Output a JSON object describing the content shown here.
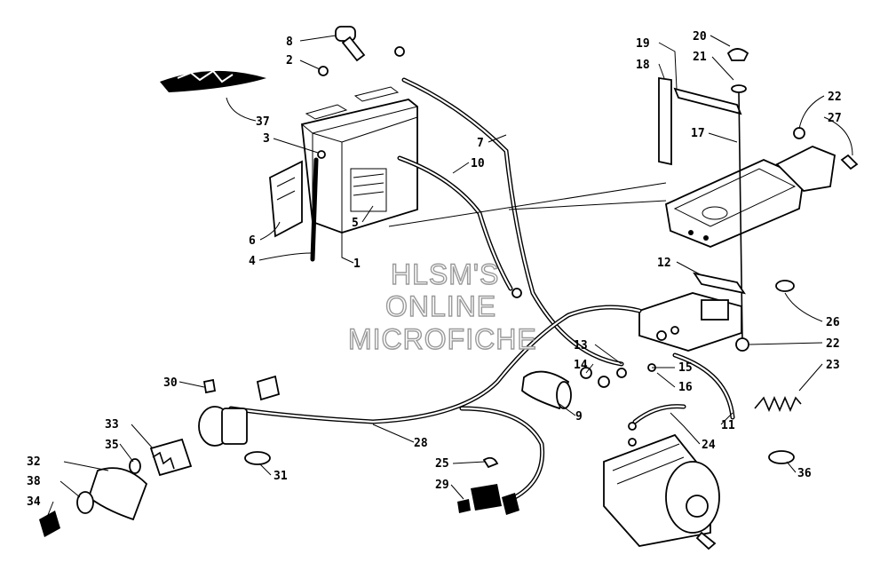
{
  "watermark": {
    "line1": "HLSM'S",
    "line2": "ONLINE",
    "line3": "MICROFICHE"
  },
  "callouts": [
    "8",
    "2",
    "37",
    "3",
    "6",
    "4",
    "1",
    "5",
    "7",
    "10",
    "19",
    "18",
    "20",
    "21",
    "17",
    "22",
    "27",
    "12",
    "26",
    "22",
    "23",
    "13",
    "14",
    "15",
    "16",
    "9",
    "11",
    "24",
    "30",
    "33",
    "35",
    "28",
    "31",
    "32",
    "38",
    "34",
    "25",
    "29",
    "36"
  ]
}
